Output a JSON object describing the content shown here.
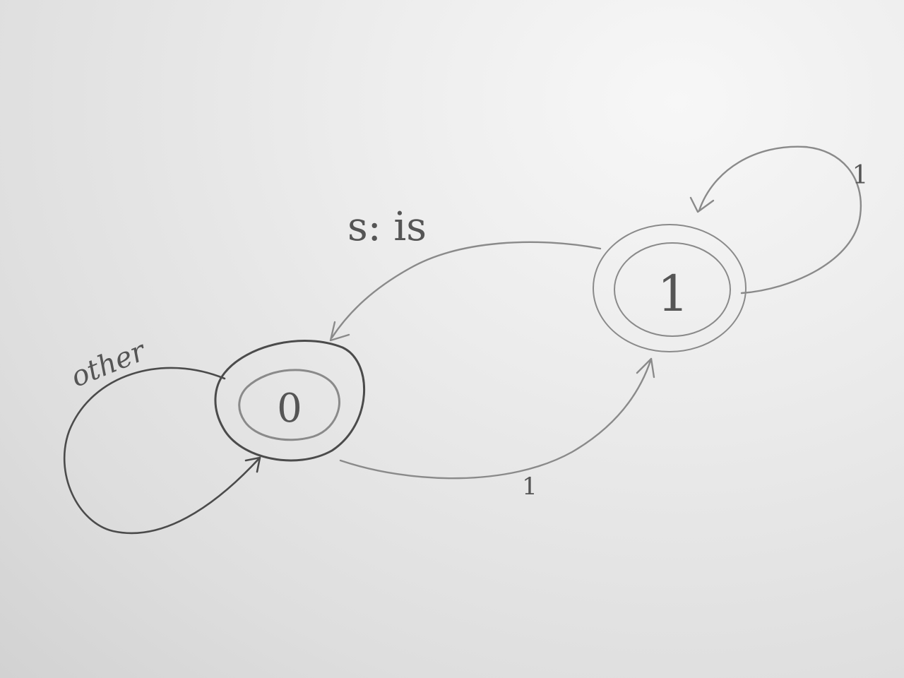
{
  "diagram": {
    "states": [
      {
        "id": "s0",
        "label": "0"
      },
      {
        "id": "s1",
        "label": "1"
      }
    ],
    "transitions": [
      {
        "from": "0",
        "to": "0",
        "label": "other"
      },
      {
        "from": "0",
        "to": "1",
        "label": "1"
      },
      {
        "from": "1",
        "to": "1",
        "label": "1"
      },
      {
        "from": "1",
        "to": "0",
        "label": "s: is"
      }
    ]
  },
  "colors": {
    "paper": "#e9e9e9",
    "pencil": "#4b4b4b"
  }
}
